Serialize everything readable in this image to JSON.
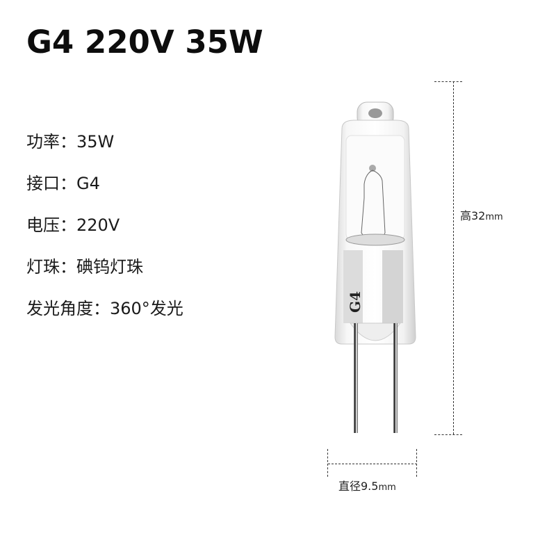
{
  "title": "G4 220V 35W",
  "specs": [
    {
      "label": "功率：",
      "value": "35W"
    },
    {
      "label": "接口：",
      "value": "G4"
    },
    {
      "label": "电压：",
      "value": "220V"
    },
    {
      "label": "灯珠：",
      "value": "碘钨灯珠"
    },
    {
      "label": "发光角度：",
      "value": "360°发光"
    }
  ],
  "dimensions": {
    "height": {
      "label": "高32",
      "unit": "mm"
    },
    "diameter": {
      "label": "直径9.5",
      "unit": "mm"
    }
  },
  "bulb": {
    "base_marking": "G4",
    "icon": "halogen-bulb-icon"
  }
}
